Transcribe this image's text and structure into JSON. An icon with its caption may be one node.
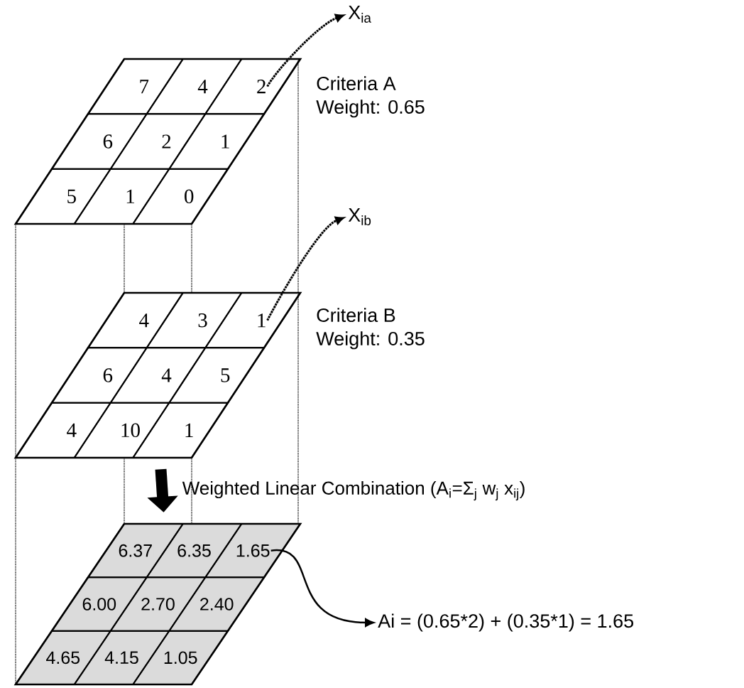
{
  "diagram": {
    "nodes": [
      {
        "text": [
          "Criteria A",
          "Weight: 0.65"
        ]
      },
      {
        "text": [
          "7"
        ],
        "in": 0
      },
      {
        "text": [
          "4"
        ],
        "in": 0
      },
      {
        "text": [
          "2"
        ],
        "in": 0
      },
      {
        "text": [
          "6"
        ],
        "in": 0
      },
      {
        "text": [
          "2"
        ],
        "in": 0
      },
      {
        "text": [
          "1"
        ],
        "in": 0
      },
      {
        "text": [
          "5"
        ],
        "in": 0
      },
      {
        "text": [
          "1"
        ],
        "in": 0
      },
      {
        "text": [
          "0"
        ],
        "in": 0
      },
      {
        "text": [
          "Criteria B",
          "Weight: 0.35"
        ]
      },
      {
        "text": [
          "4"
        ],
        "in": 10
      },
      {
        "text": [
          "3"
        ],
        "in": 10
      },
      {
        "text": [
          "1"
        ],
        "in": 10
      },
      {
        "text": [
          "6"
        ],
        "in": 10
      },
      {
        "text": [
          "4"
        ],
        "in": 10
      },
      {
        "text": [
          "5"
        ],
        "in": 10
      },
      {
        "text": [
          "4"
        ],
        "in": 10
      },
      {
        "text": [
          "10"
        ],
        "in": 10
      },
      {
        "text": [
          "1"
        ],
        "in": 10
      },
      {
        "text": [],
        "shape": "parallelogram"
      },
      {
        "text": [
          "6.37"
        ],
        "in": 20
      },
      {
        "text": [
          "6.35"
        ],
        "in": 20
      },
      {
        "text": [
          "1.65"
        ],
        "in": 20
      },
      {
        "text": [
          "6.00"
        ],
        "in": 20
      },
      {
        "text": [
          "2.70"
        ],
        "in": 20
      },
      {
        "text": [
          "2.40"
        ],
        "in": 20
      },
      {
        "text": [
          "4.65"
        ],
        "in": 20
      },
      {
        "text": [
          "4.15"
        ],
        "in": 20
      },
      {
        "text": [
          "1.05"
        ],
        "in": 20
      },
      {
        "text": [
          "X$_{ia}$"
        ]
      },
      {
        "text": [
          "X$_{ib}$"
        ]
      },
      {
        "text": [
          "Ai = (0.65*2) + (0.35*1) = 1.65"
        ]
      }
    ],
    "edges": [
      {
        "from": 3,
        "to": 30,
        "arrow": "to",
        "style": "dashed"
      },
      {
        "from": 13,
        "to": 31,
        "arrow": "to",
        "style": "dashed"
      },
      {
        "from": 10,
        "to": 20,
        "arrow": "to",
        "style": "thick",
        "label": "Weighted Linear Combination (A$_{i}$=Σ$_{j}$ w$_{j}$ x$_{ij}$)"
      },
      {
        "from": 23,
        "to": 32,
        "arrow": "to"
      },
      {
        "from": 0,
        "to": 20,
        "arrow": "none",
        "style": "dashed"
      },
      {
        "from": 0,
        "to": 20,
        "arrow": "none",
        "style": "dashed"
      },
      {
        "from": 0,
        "to": 10,
        "arrow": "none",
        "style": "dashed"
      },
      {
        "from": 0,
        "to": 10,
        "arrow": "none",
        "style": "dashed"
      },
      {
        "from": 10,
        "to": 20,
        "arrow": "none",
        "style": "dashed"
      },
      {
        "from": 10,
        "to": 20,
        "arrow": "none",
        "style": "dashed"
      }
    ]
  }
}
